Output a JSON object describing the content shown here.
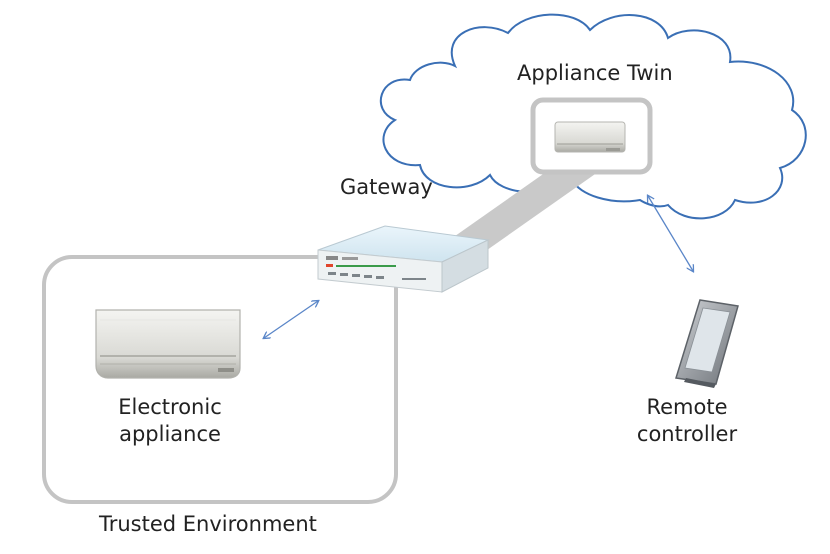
{
  "labels": {
    "cloud_title": "Appliance Twin",
    "gateway": "Gateway",
    "appliance_line1": "Electronic",
    "appliance_line2": "appliance",
    "remote_line1": "Remote",
    "remote_line2": "controller",
    "environment": "Trusted Environment"
  },
  "colors": {
    "cloud_stroke": "#3a6fb5",
    "box_stroke": "#c4c4c4",
    "arrow": "#5a86c8",
    "link_band": "#c9c9c9"
  },
  "icons": [
    "cloud-icon",
    "appliance-twin-icon",
    "gateway-router-icon",
    "air-conditioner-icon",
    "tablet-remote-icon"
  ]
}
